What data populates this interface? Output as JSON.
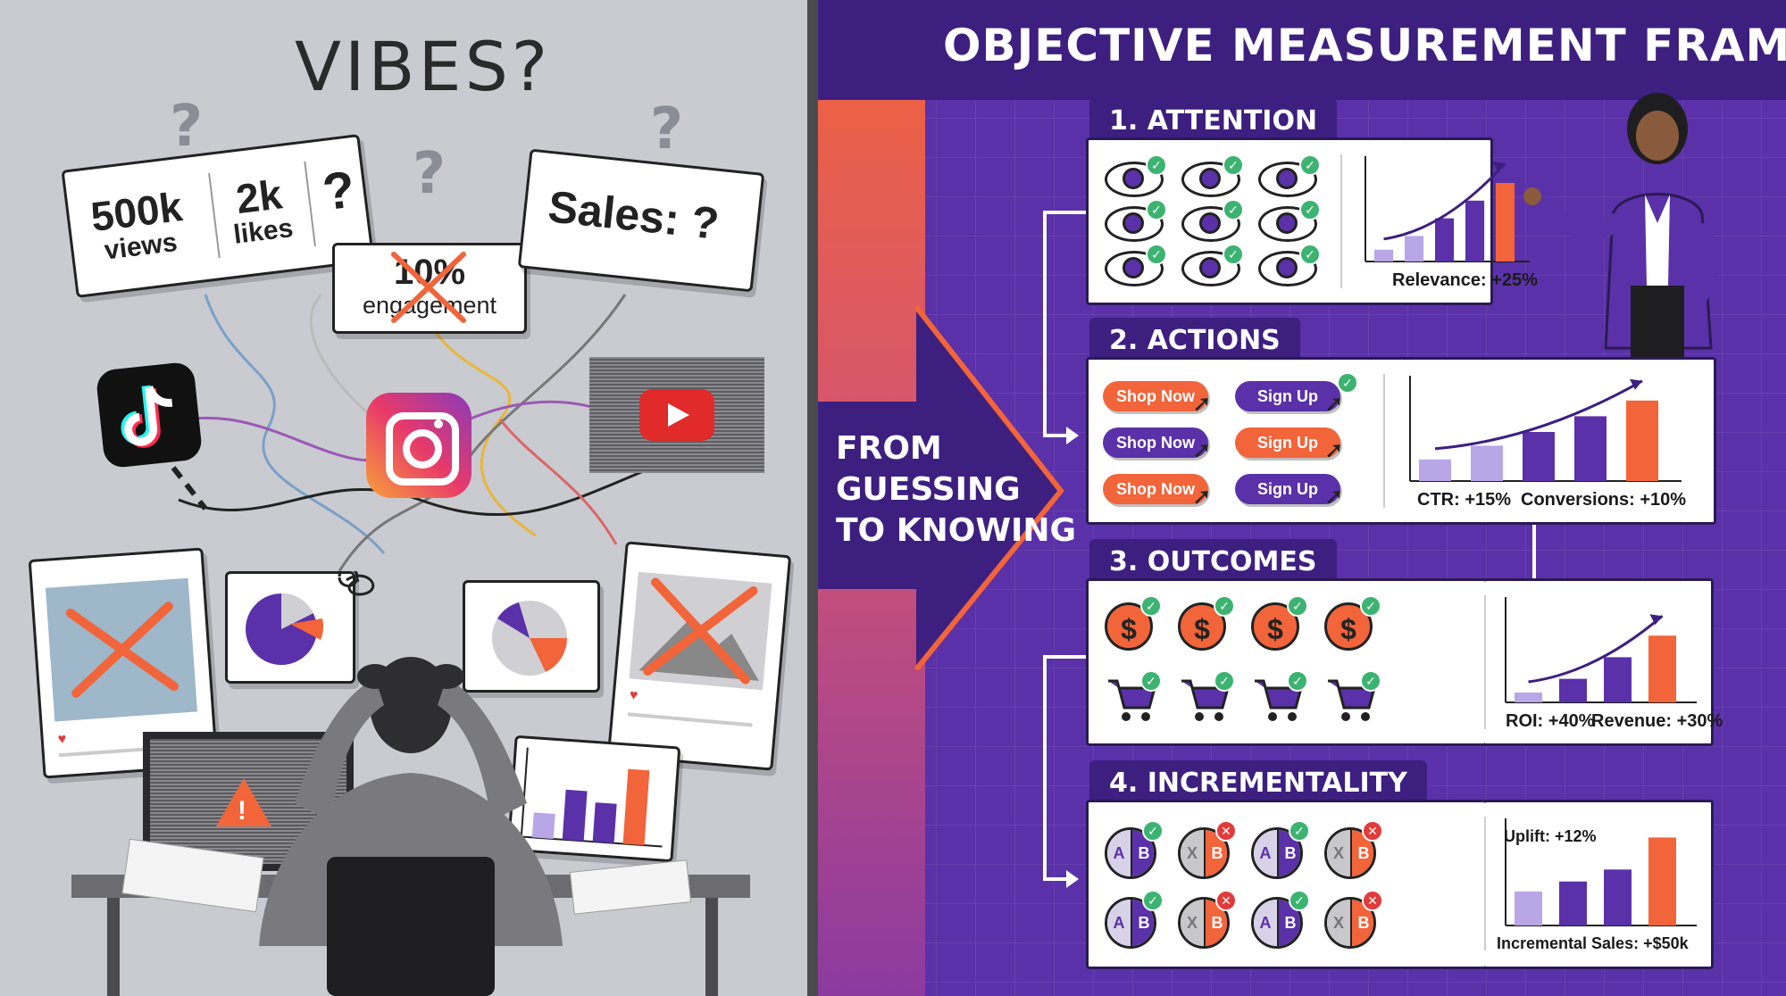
{
  "left": {
    "title": "VIBES?",
    "question_marks": [
      "?",
      "?",
      "?"
    ],
    "stats_card": {
      "views_value": "500k",
      "views_label": "views",
      "likes_value": "2k",
      "likes_label": "likes",
      "unknown": "?"
    },
    "engagement_card": {
      "value": "10%",
      "label": "engagement"
    },
    "sales_card": {
      "label": "Sales: ?"
    },
    "platforms": [
      "tiktok",
      "instagram",
      "youtube"
    ],
    "warning_glyph": "!"
  },
  "right": {
    "title": "OBJECTIVE MEASUREMENT FRAMEWORK",
    "arrow_text": [
      "FROM",
      "GUESSING",
      "TO KNOWING"
    ],
    "colors": {
      "orange": "#f2643a",
      "purple": "#5a31a8",
      "dark_purple": "#3d1f80",
      "light_purple": "#b9a6e6",
      "check_green": "#3cb371",
      "cross_red": "#e23b3b"
    },
    "stages": [
      {
        "label": "1. ATTENTION",
        "metrics": [
          "Relevance: +25%"
        ],
        "bars": [
          0.12,
          0.26,
          0.44,
          0.62,
          0.8
        ]
      },
      {
        "label": "2. ACTIONS",
        "metrics": [
          "CTR: +15%",
          "Conversions: +10%"
        ],
        "bars": [
          0.22,
          0.36,
          0.5,
          0.66,
          0.82
        ],
        "buttons": [
          {
            "text": "Shop Now",
            "style": "orange"
          },
          {
            "text": "Sign Up",
            "style": "purple"
          },
          {
            "text": "Shop Now",
            "style": "purple"
          },
          {
            "text": "Sign Up",
            "style": "orange"
          },
          {
            "text": "Shop Now",
            "style": "orange"
          },
          {
            "text": "Sign Up",
            "style": "purple"
          }
        ]
      },
      {
        "label": "3. OUTCOMES",
        "metrics": [
          "ROI: +40%",
          "Revenue: +30%"
        ],
        "bars": [
          0.1,
          0.24,
          0.46,
          0.68
        ],
        "coin_glyph": "$"
      },
      {
        "label": "4. INCREMENTALITY",
        "metrics": [
          "Uplift: +12%",
          "Incremental Sales: +$50k"
        ],
        "bars": [
          0.34,
          0.44,
          0.56,
          0.88
        ],
        "ab_tests": [
          {
            "a": "A",
            "b": "B",
            "result": "win"
          },
          {
            "a": "X",
            "b": "B",
            "result": "lose"
          },
          {
            "a": "A",
            "b": "B",
            "result": "win"
          },
          {
            "a": "X",
            "b": "B",
            "result": "lose"
          },
          {
            "a": "A",
            "b": "B",
            "result": "win"
          },
          {
            "a": "X",
            "b": "B",
            "result": "lose"
          },
          {
            "a": "A",
            "b": "B",
            "result": "win"
          },
          {
            "a": "X",
            "b": "B",
            "result": "lose"
          }
        ]
      }
    ]
  }
}
